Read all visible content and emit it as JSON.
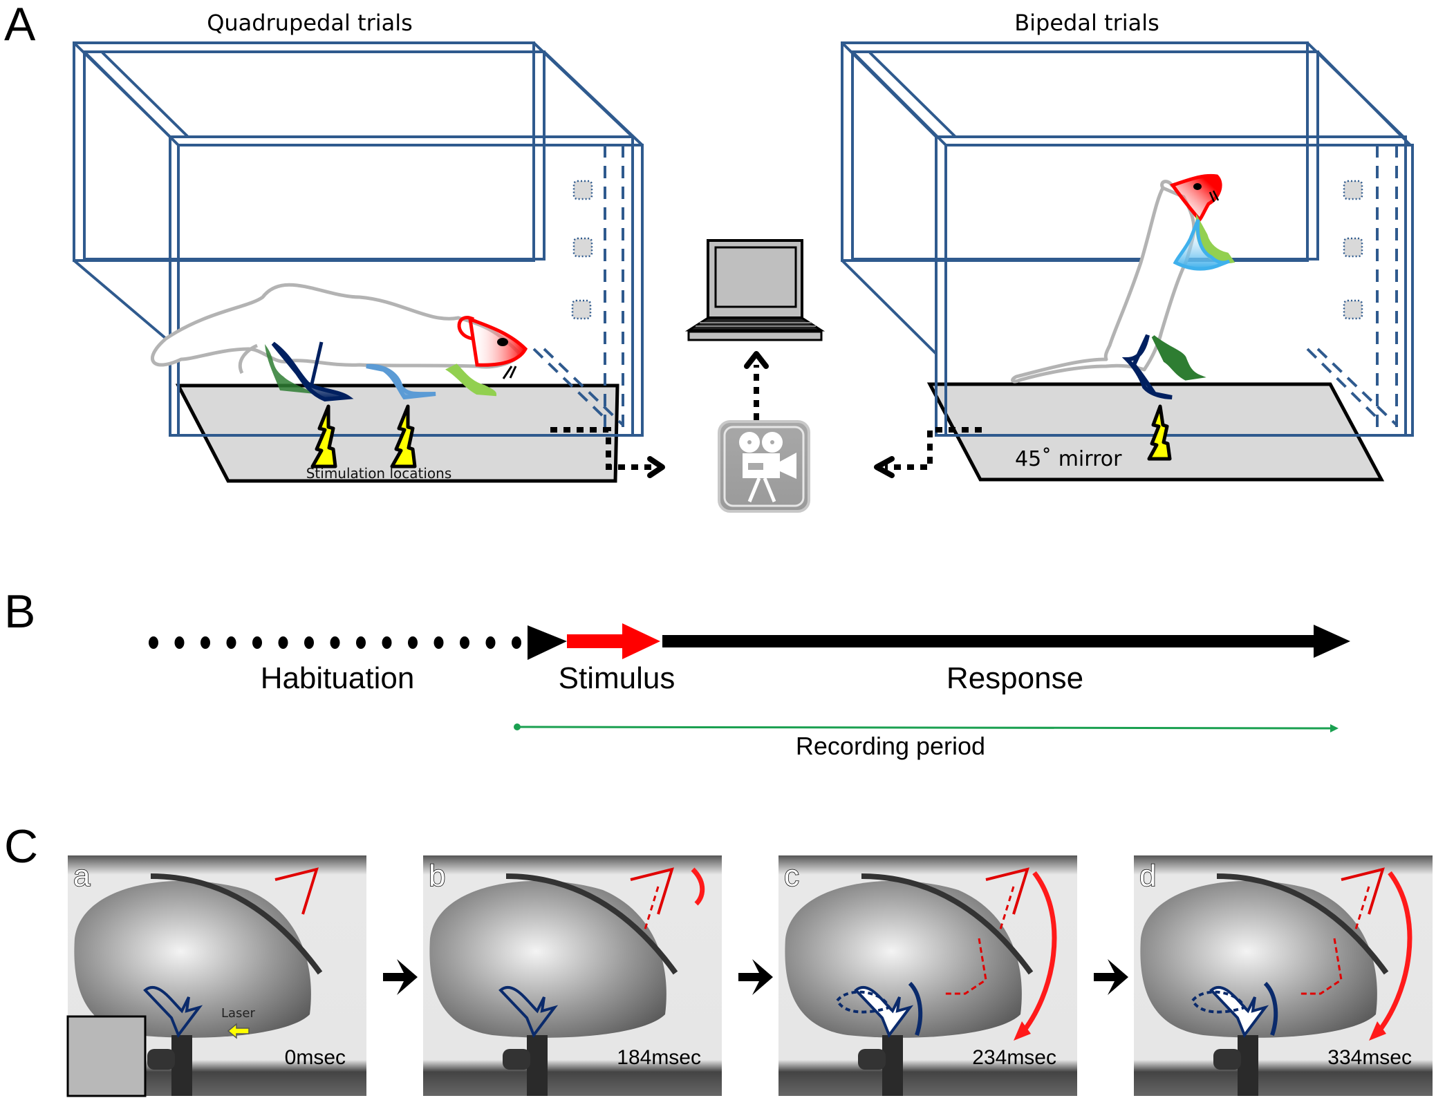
{
  "figure": {
    "panels": {
      "A": {
        "letter": "A",
        "left_title": "Quadrupedal trials",
        "right_title": "Bipedal trials",
        "stimulation_label": "Stimulation locations",
        "mirror_label": "45˚ mirror",
        "icons": [
          "laptop-icon",
          "video-camera-icon",
          "lightning-bolt-icon"
        ],
        "colors": {
          "box_frame": "#2f5a8e",
          "floor": "#d9d9d9",
          "rat_outline": "#b3b3b3",
          "head": "#ff0000",
          "forelimb_light_blue": "#5b9bd5",
          "forelimb_light_green": "#92d050",
          "hindlimb_dark_blue": "#002060",
          "hindlimb_dark_green": "#2e7d32",
          "stimulus_bolt": "#ffff00"
        }
      },
      "B": {
        "letter": "B",
        "phases": [
          {
            "label": "Habituation",
            "style": "dotted",
            "color": "#000000"
          },
          {
            "label": "Stimulus",
            "style": "arrow",
            "color": "#ff0000"
          },
          {
            "label": "Response",
            "style": "arrow",
            "color": "#000000"
          }
        ],
        "recording_label": "Recording period",
        "recording_color": "#1aa050"
      },
      "C": {
        "letter": "C",
        "frames": [
          {
            "letter": "a",
            "time": "0msec",
            "annotation": "Laser"
          },
          {
            "letter": "b",
            "time": "184msec"
          },
          {
            "letter": "c",
            "time": "234msec"
          },
          {
            "letter": "d",
            "time": "334msec"
          }
        ],
        "colors": {
          "head_trace": "#e00000",
          "paw_trace": "#0a2a6b",
          "laser_arrow": "#ffff00"
        }
      }
    }
  }
}
